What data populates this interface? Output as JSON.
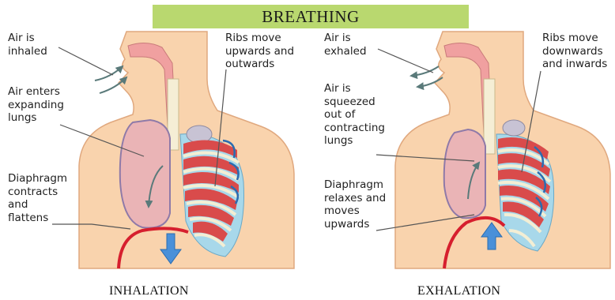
{
  "title": "BREATHING",
  "inhalation": {
    "caption": "INHALATION",
    "labels": {
      "air": "Air is\ninhaled",
      "lungs": "Air enters\nexpanding\nlungs",
      "diaphragm": "Diaphragm\ncontracts\nand\nflattens",
      "ribs": "Ribs move\nupwards and\noutwards"
    }
  },
  "exhalation": {
    "caption": "EXHALATION",
    "labels": {
      "air": "Air is\nexhaled",
      "lungs": "Air is\nsqueezed\nout of\ncontracting\nlungs",
      "diaphragm": "Diaphragm\nrelaxes and\nmoves\nupwards",
      "ribs": "Ribs move\ndownwards\nand inwards"
    }
  },
  "colors": {
    "title_bg": "#b9d86f",
    "skin": "#f9d3ad",
    "skin_outline": "#e0a87e",
    "airway": "#f0a0a0",
    "lung": "#eab4b6",
    "muscle": "#d94b4b",
    "rib": "#f3eed4",
    "pleura": "#a8d8ea",
    "arrow_blue": "#4a90d9",
    "diaphragm": "#d61f2e"
  }
}
